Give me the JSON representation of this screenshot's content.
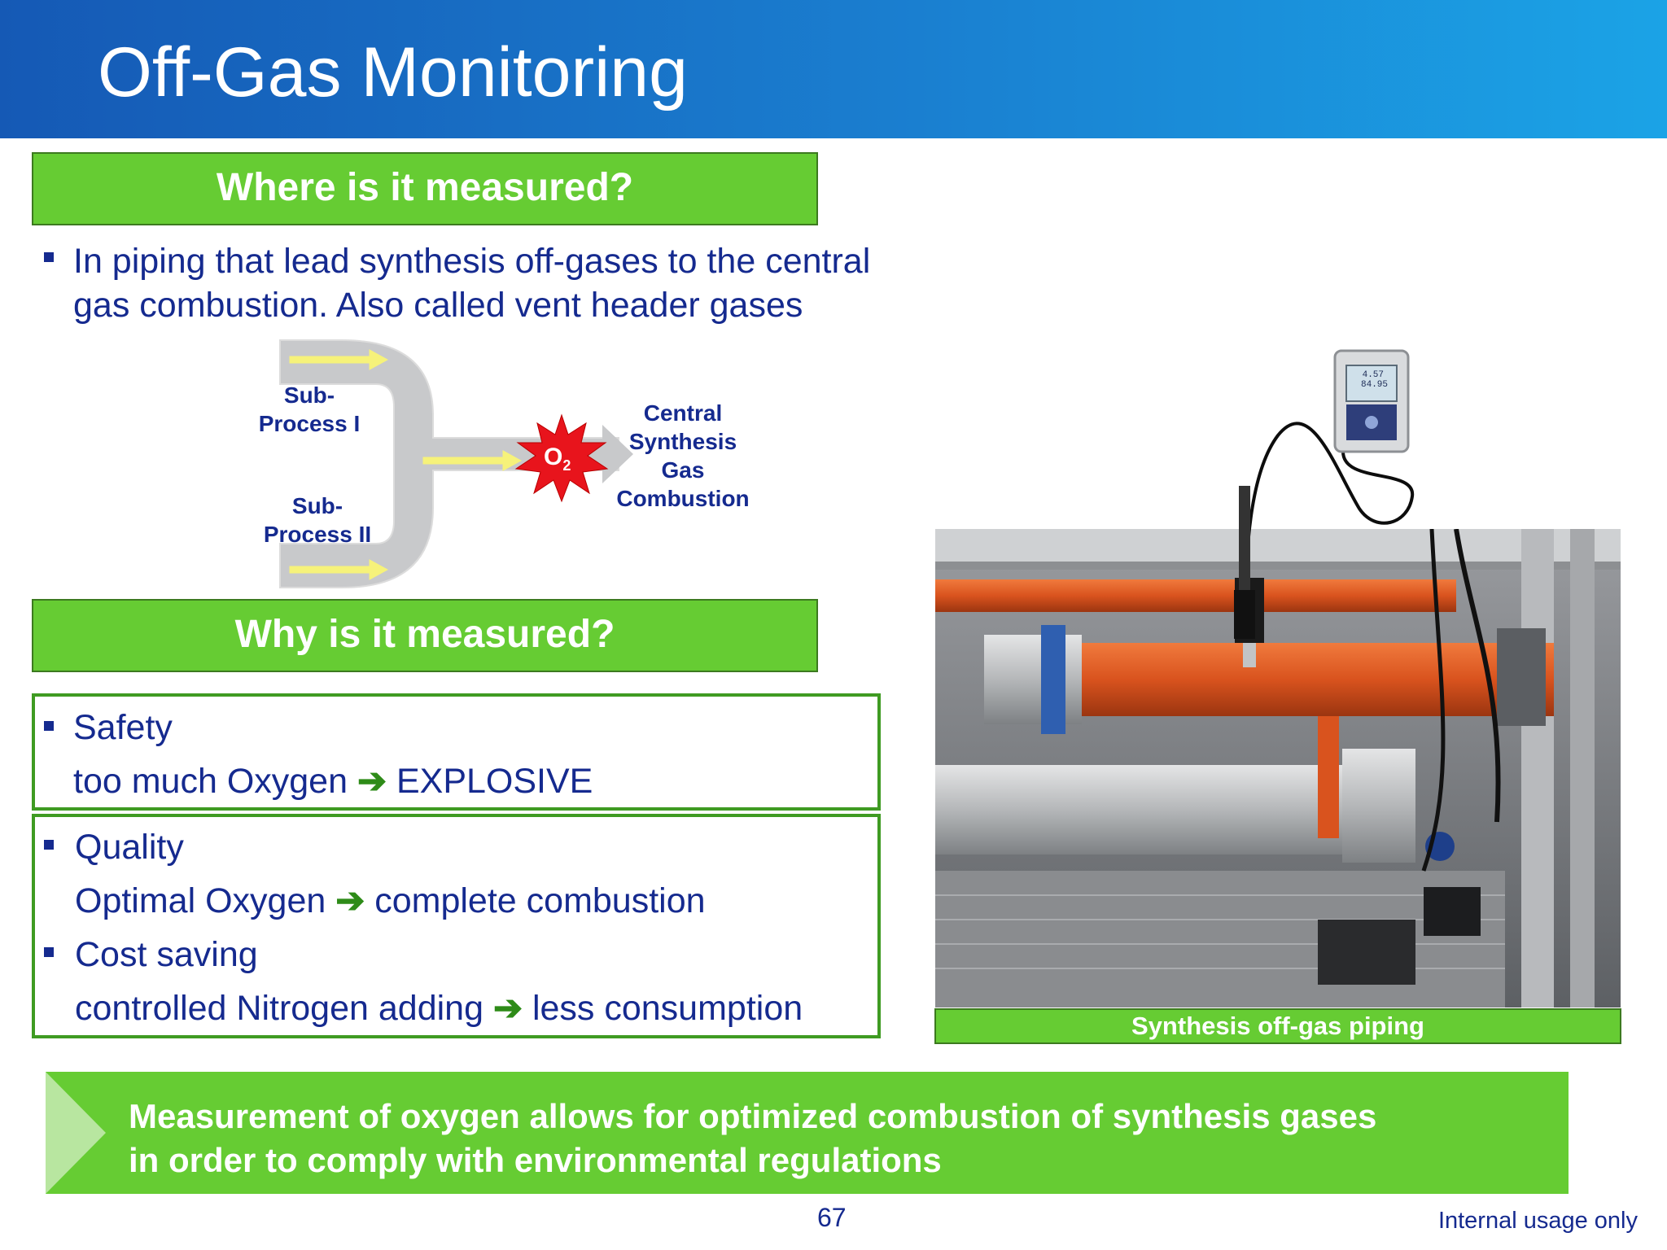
{
  "slide": {
    "title": "Off-Gas Monitoring",
    "page_number": "67",
    "footer_note": "Internal usage only"
  },
  "where": {
    "heading": "Where is it measured?",
    "bullet_line1": "In piping that lead synthesis off-gases to the central",
    "bullet_line2": "gas combustion. Also called vent header gases"
  },
  "diagram": {
    "sub_process_1": [
      "Sub-",
      "Process I"
    ],
    "sub_process_2": [
      "Sub-",
      "Process II"
    ],
    "o2_label": "O",
    "o2_subscript": "2",
    "destination": [
      "Central",
      "Synthesis",
      "Gas",
      "Combustion"
    ]
  },
  "why": {
    "heading": "Why is it measured?",
    "safety_title": "Safety",
    "safety_left": "too much Oxygen",
    "safety_right": "EXPLOSIVE",
    "quality_title": "Quality",
    "quality_left": "Optimal Oxygen",
    "quality_right": "complete combustion",
    "cost_title": "Cost saving",
    "cost_left": "controlled Nitrogen adding",
    "cost_right": "less consumption",
    "arrow_symbol": "➔"
  },
  "photo": {
    "caption": "Synthesis off-gas piping",
    "display_line1": "4.57",
    "display_line2": "84.95"
  },
  "banner": {
    "line1": "Measurement of oxygen allows for optimized combustion of synthesis gases",
    "line2": "in order to comply with environmental regulations"
  },
  "colors": {
    "header_blue": "#1a7fd0",
    "accent_green": "#66cc33",
    "text_navy": "#152a8f",
    "pipe_orange": "#d9531e"
  }
}
